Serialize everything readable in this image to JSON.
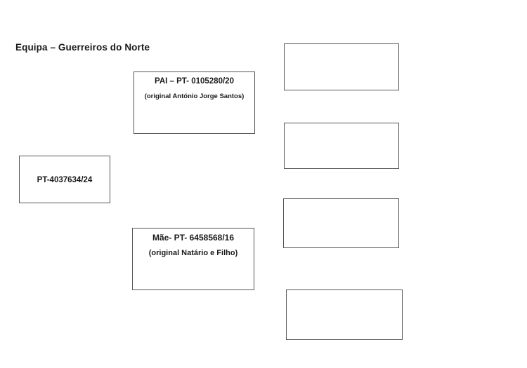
{
  "document": {
    "title": "Equipa – Guerreiros do Norte"
  },
  "pedigree": {
    "puppy": {
      "registration": "PT-4037634/24"
    },
    "sire": {
      "registration": "PAI – PT- 0105280/20",
      "origin": "(original António Jorge Santos)"
    },
    "dam": {
      "registration": "Mãe- PT- 6458568/16",
      "origin": "(original Natário e Filho)"
    },
    "grandparents": [
      "",
      "",
      "",
      ""
    ]
  }
}
